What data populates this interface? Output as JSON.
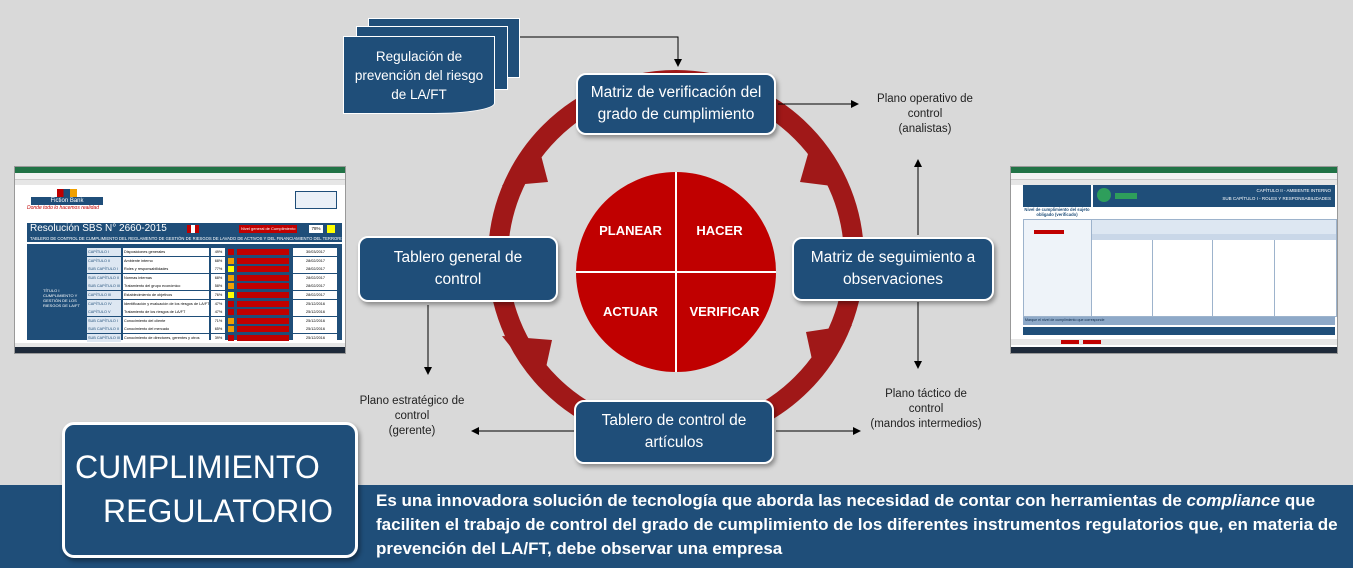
{
  "doc_stack": {
    "label": "Regulación de prevención del riesgo de LA/FT"
  },
  "boxes": {
    "matriz_verificacion": "Matriz de verificación del grado de cumplimiento",
    "matriz_seguimiento": "Matriz de seguimiento a observaciones",
    "tablero_articulos": "Tablero de control de artículos",
    "tablero_general": "Tablero general de control"
  },
  "notes": {
    "operativo": [
      "Plano operativo de",
      "control",
      "(analistas)"
    ],
    "tactico": [
      "Plano táctico de",
      "control",
      "(mandos intermedios)"
    ],
    "estrategico": [
      "Plano estratégico de",
      "control",
      "(gerente)"
    ]
  },
  "cycle": {
    "planear": "PLANEAR",
    "hacer": "HACER",
    "actuar": "ACTUAR",
    "verificar": "VERIFICAR"
  },
  "left_screenshot": {
    "brand": "Fiction Bank",
    "tagline": "Donde todo lo hacemos realidad",
    "title": "Resolución SBS N° 2660-2015",
    "subtitle": "TABLERO DE CONTROL DE CUMPLIMIENTO DEL REGLAMENTO DE GESTIÓN DE RIESGOS DE LAVADO DE ACTIVOS Y DEL FINANCIAMIENTO DEL TERRORISMO",
    "level_label": "Nivel general de Cumplimiento",
    "level_value": "78%",
    "side_label": "TÍTULO I CUMPLIMIENTO Y GESTIÓN DE LOS RIESGOS DE LA/FT",
    "rows": [
      {
        "cap": "CAPÍTULO I",
        "name": "Disposiciones generales",
        "pct": "49%",
        "date": "30/03/2017"
      },
      {
        "cap": "CAPÍTULO II",
        "name": "Ambiente interno",
        "pct": "68%",
        "date": "28/02/2017"
      },
      {
        "cap": "SUB CAPÍTULO I",
        "name": "Roles y responsabilidades",
        "pct": "77%",
        "date": "28/02/2017"
      },
      {
        "cap": "SUB CAPÍTULO II",
        "name": "Normas internas",
        "pct": "68%",
        "date": "28/02/2017"
      },
      {
        "cap": "SUB CAPÍTULO III",
        "name": "Tratamiento del grupo económico",
        "pct": "58%",
        "date": "28/02/2017"
      },
      {
        "cap": "CAPÍTULO III",
        "name": "Establecimiento de objetivos",
        "pct": "76%",
        "date": "28/02/2017"
      },
      {
        "cap": "CAPÍTULO IV",
        "name": "Identificación y evaluación de los riesgos de LA/FT",
        "pct": "47%",
        "date": "25/12/2016"
      },
      {
        "cap": "CAPÍTULO V",
        "name": "Tratamiento de los riesgos de LA/FT",
        "pct": "47%",
        "date": "25/12/2016"
      },
      {
        "cap": "SUB CAPÍTULO I",
        "name": "Conocimiento del cliente",
        "pct": "71%",
        "date": "25/12/2016"
      },
      {
        "cap": "SUB CAPÍTULO II",
        "name": "Conocimiento del mercado",
        "pct": "65%",
        "date": "25/12/2016"
      },
      {
        "cap": "SUB CAPÍTULO III",
        "name": "Conocimiento de directores, gerentes y otros",
        "pct": "39%",
        "date": "25/12/2016"
      }
    ]
  },
  "right_screenshot": {
    "header1": "CAPÍTULO II - AMBIENTE INTERNO",
    "header2": "SUB CAPÍTULO I - ROLES Y RESPONSABILIDADES",
    "side_title": "Nivel de cumplimiento del sujeto obligado (verificado)",
    "footer_label": "Marque el nivel de cumplimiento que corresponde"
  },
  "title_box": {
    "line1": "CUMPLIMIENTO",
    "line2": "REGULATORIO"
  },
  "bottom": {
    "part1": "Es una innovadora solución de tecnología que aborda las necesidad de contar con herramientas de ",
    "italic": "compliance",
    "part2": " que faciliten el trabajo de control del grado de cumplimiento de los diferentes instrumentos regulatorios que, en materia de prevención del LA/FT, debe observar una empresa"
  },
  "colors": {
    "navy": "#1f4e79",
    "cycle_red": "#a01818",
    "quad_red": "#c00000",
    "background": "#d9d9d9"
  }
}
